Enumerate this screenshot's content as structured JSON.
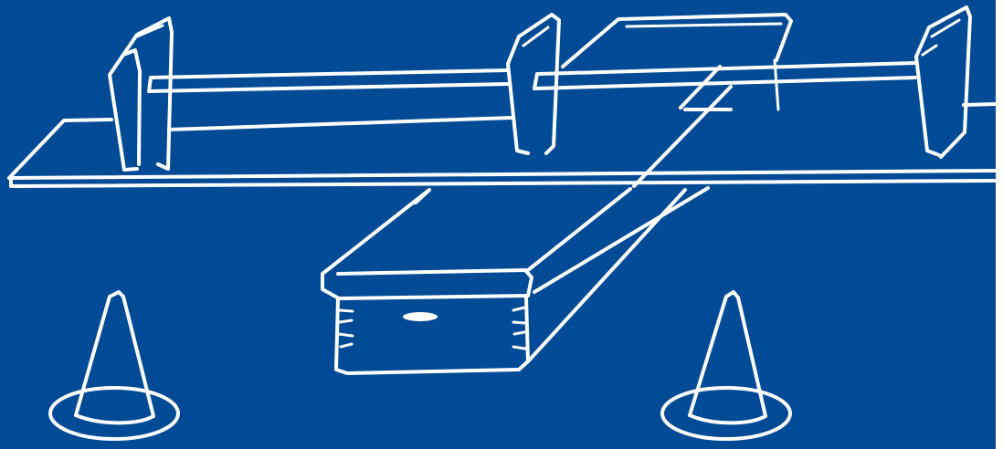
{
  "scene": {
    "background_color": "#004a96",
    "line_color": "#ffffff",
    "margin_color": "#ffffff"
  },
  "icons": [
    "long-plank",
    "support-block",
    "sliding-rail",
    "upright-stop-left",
    "upright-stop-middle",
    "upright-stop-right",
    "traffic-cone-left",
    "traffic-cone-right"
  ]
}
